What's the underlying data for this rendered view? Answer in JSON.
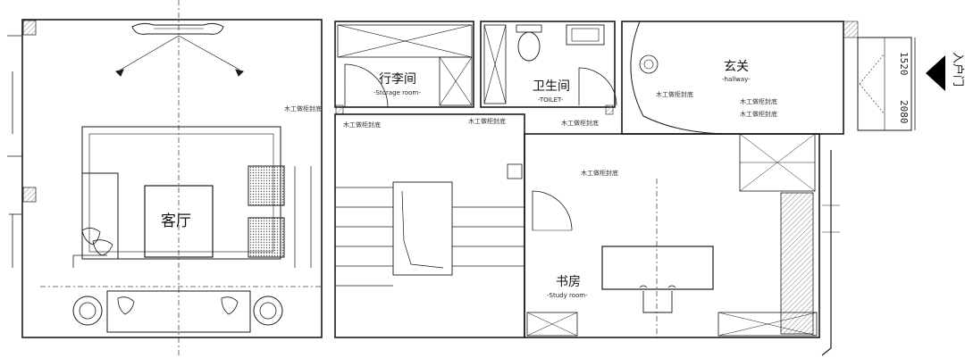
{
  "rooms": {
    "living": {
      "label": "客厅"
    },
    "storage": {
      "label": "行李间",
      "sub": "-Storage room-"
    },
    "toilet": {
      "label": "卫生间",
      "sub": "-TOILET-"
    },
    "hallway": {
      "label": "玄关",
      "sub": "-hallway-"
    },
    "study": {
      "label": "书房",
      "sub": "-Study room-"
    }
  },
  "notes": {
    "carpentry_cabinet": "木工做柜封底"
  },
  "entrance": {
    "label": "入户门",
    "dim_top": "1520",
    "dim_bottom": "2080"
  },
  "colors": {
    "line": "#1a1a1a",
    "thin": "#555555",
    "wall_hatch": "#9a9a9a",
    "arrow": "#000000"
  }
}
